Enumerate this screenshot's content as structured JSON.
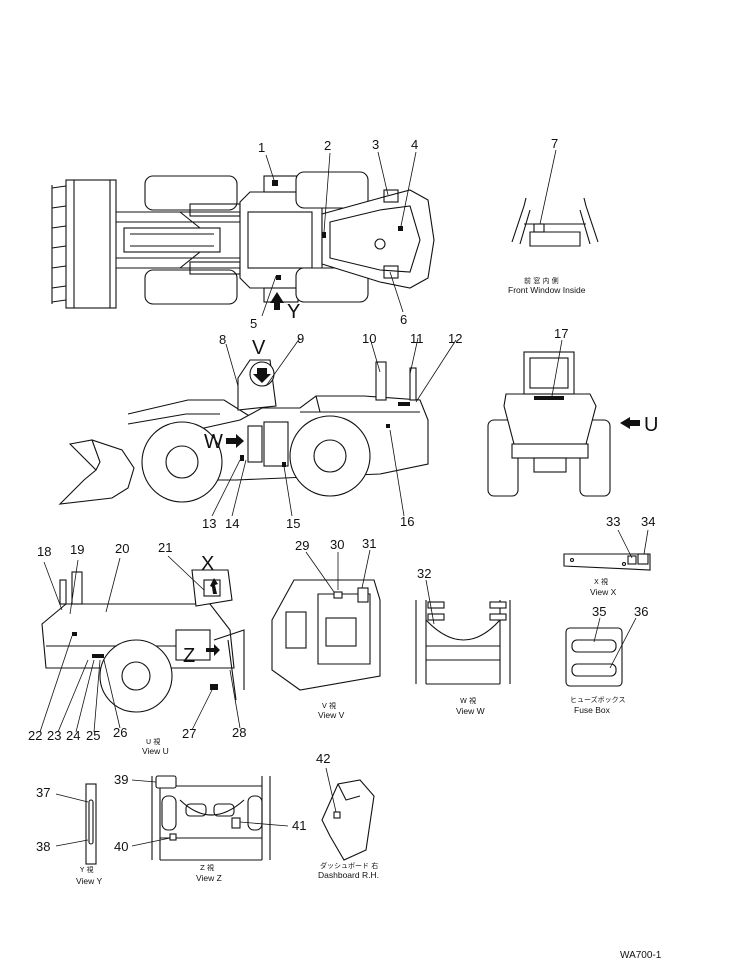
{
  "callouts": [
    "1",
    "2",
    "3",
    "4",
    "5",
    "6",
    "7",
    "8",
    "9",
    "10",
    "11",
    "12",
    "13",
    "14",
    "15",
    "16",
    "17",
    "18",
    "19",
    "20",
    "21",
    "22",
    "23",
    "24",
    "25",
    "26",
    "27",
    "28",
    "29",
    "30",
    "31",
    "32",
    "33",
    "34",
    "35",
    "36",
    "37",
    "38",
    "39",
    "40",
    "41",
    "42"
  ],
  "view_markers": {
    "top_y": "Y",
    "side_v": "V",
    "side_w": "W",
    "rear_u": "U",
    "left_x": "X",
    "left_z": "Z"
  },
  "captions": {
    "window_jp": "前 窓 内 側",
    "window_en": "Front  Window  Inside",
    "view_u_jp": "U   視",
    "view_u_en": "View  U",
    "view_v_jp": "V   視",
    "view_v_en": "View  V",
    "view_w_jp": "W   視",
    "view_w_en": "View  W",
    "view_x_jp": "X   視",
    "view_x_en": "View  X",
    "fuse_jp": "ヒューズボックス",
    "fuse_en": "Fuse  Box",
    "view_y_jp": "Y   視",
    "view_y_en": "View  Y",
    "view_z_jp": "Z   視",
    "view_z_en": "View  Z",
    "dash_jp": "ダッシュボード  右",
    "dash_en": "Dashboard  R.H."
  },
  "figure_code": "WA700-1"
}
